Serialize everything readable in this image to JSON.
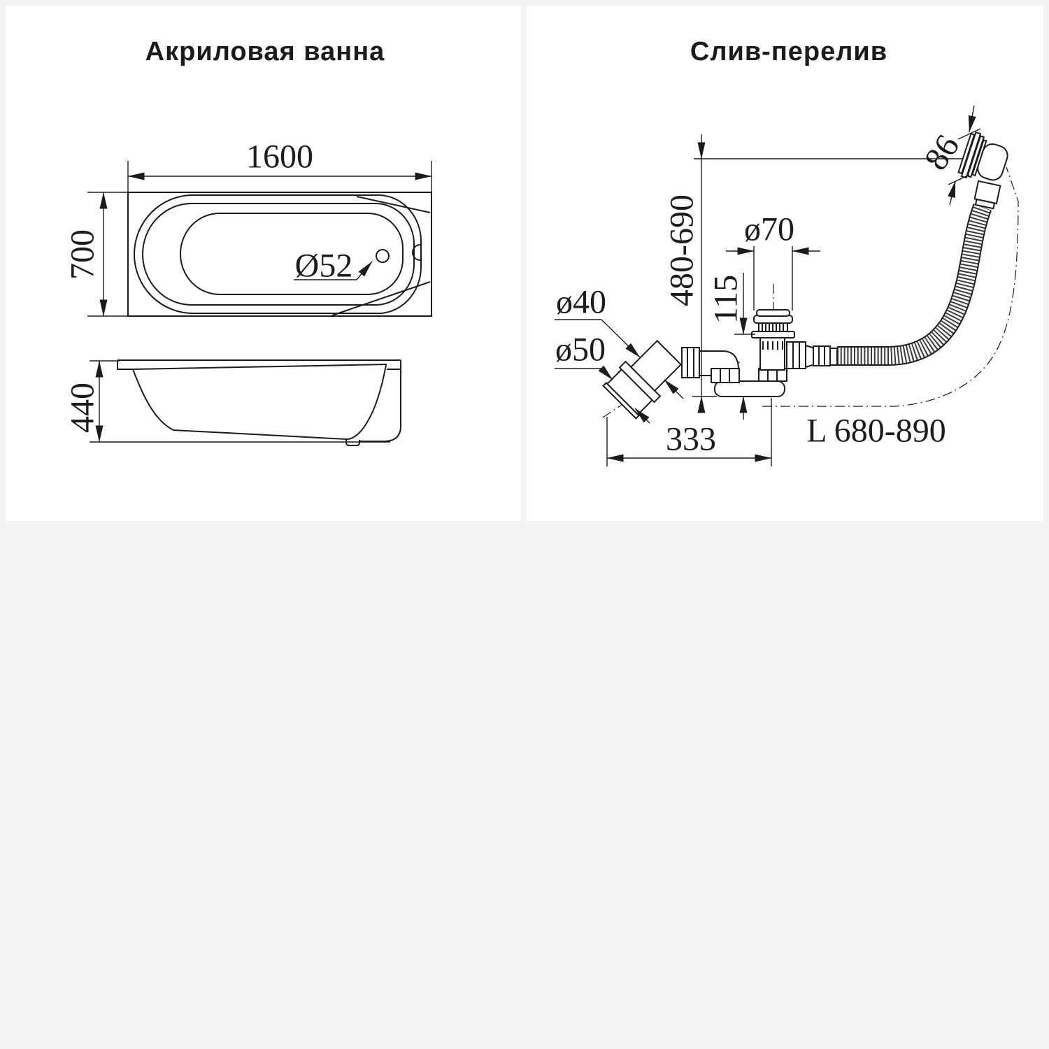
{
  "colors": {
    "background": "#f3f3f3",
    "panel": "#ffffff",
    "ink": "#1c1c1c"
  },
  "left_panel": {
    "title": "Акриловая ванна",
    "top_view": {
      "length_label": "1600",
      "width_label": "700",
      "drain_hole_label": "Ø52"
    },
    "side_view": {
      "height_label": "440"
    }
  },
  "right_panel": {
    "title": "Слив-перелив",
    "labels": {
      "overflow_head_width": "86",
      "install_height_range": "480-690",
      "drain_cap_diameter": "ø70",
      "drain_body_height": "115",
      "outlet_diameter_40": "ø40",
      "outlet_diameter_50": "ø50",
      "horizontal_span": "333",
      "hose_length_range": "L 680-890"
    }
  }
}
